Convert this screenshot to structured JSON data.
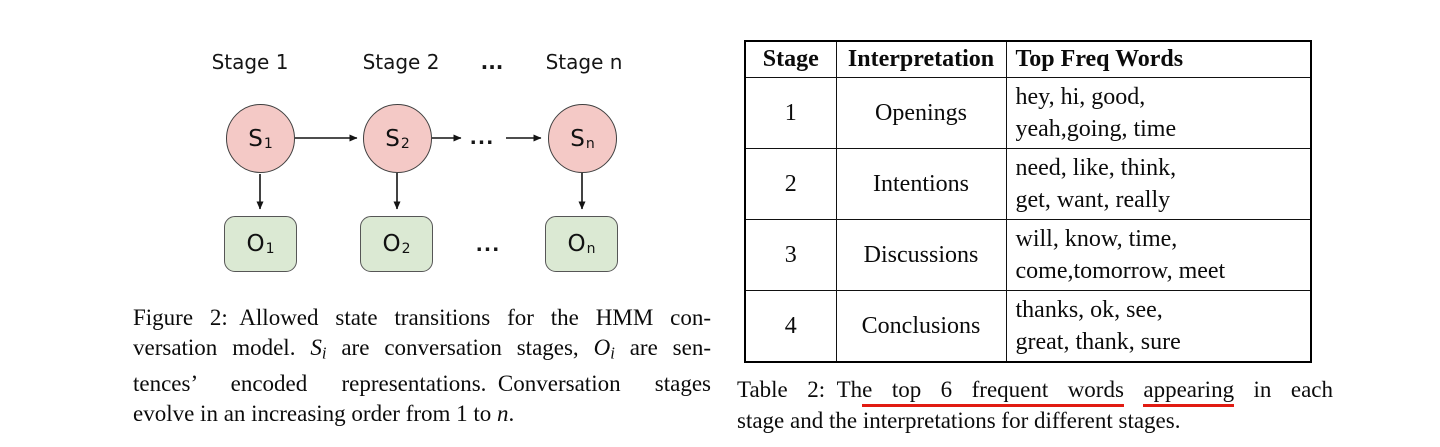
{
  "figure": {
    "stage_labels": [
      "Stage 1",
      "Stage 2",
      "...",
      "Stage n"
    ],
    "states": [
      {
        "main": "S",
        "sub": "1"
      },
      {
        "main": "S",
        "sub": "2"
      },
      {
        "main": "S",
        "sub": "n"
      }
    ],
    "observations": [
      {
        "main": "O",
        "sub": "1"
      },
      {
        "main": "O",
        "sub": "2"
      },
      {
        "main": "O",
        "sub": "n"
      }
    ],
    "ellipsis_mid": "...",
    "ellipsis_bottom": "...",
    "caption_lines": [
      [
        {
          "t": "Figure 2: Allowed state transitions for the HMM con-"
        }
      ],
      [
        {
          "t": "versation model. "
        },
        {
          "t": "S",
          "s": "i"
        },
        {
          "t": "i",
          "s": "sub"
        },
        {
          "t": " are conversation stages, "
        },
        {
          "t": "O",
          "s": "i"
        },
        {
          "t": "i",
          "s": "sub"
        },
        {
          "t": " are sen-"
        }
      ],
      [
        {
          "t": "tences’ encoded representations. Conversation stages"
        }
      ],
      [
        {
          "t": "evolve in an increasing order from 1 to "
        },
        {
          "t": "n",
          "s": "i"
        },
        {
          "t": "."
        }
      ]
    ],
    "colors": {
      "state_fill": "#f4c9c6",
      "state_border": "#3f3f3f",
      "obs_fill": "#dbe9d3",
      "obs_border": "#565656",
      "arrow": "#141414"
    }
  },
  "table": {
    "headers": [
      "Stage",
      "Interpretation",
      "Top Freq Words"
    ],
    "rows": [
      {
        "stage": "1",
        "interpretation": "Openings",
        "words": [
          "hey, hi, good,",
          "yeah,going, time"
        ]
      },
      {
        "stage": "2",
        "interpretation": "Intentions",
        "words": [
          "need, like, think,",
          "get, want, really"
        ]
      },
      {
        "stage": "3",
        "interpretation": "Discussions",
        "words": [
          "will, know, time,",
          "come,tomorrow, meet"
        ]
      },
      {
        "stage": "4",
        "interpretation": "Conclusions",
        "words": [
          "thanks, ok, see,",
          "great, thank, sure"
        ]
      }
    ],
    "caption": {
      "prefix": "Table 2: Th",
      "underline1": "e top 6 frequent words",
      "mid": " ",
      "underline2": "appearing",
      "suffix": " in each",
      "line2": "stage and the interpretations for different stages.",
      "underline_color": "#e11b12"
    }
  }
}
